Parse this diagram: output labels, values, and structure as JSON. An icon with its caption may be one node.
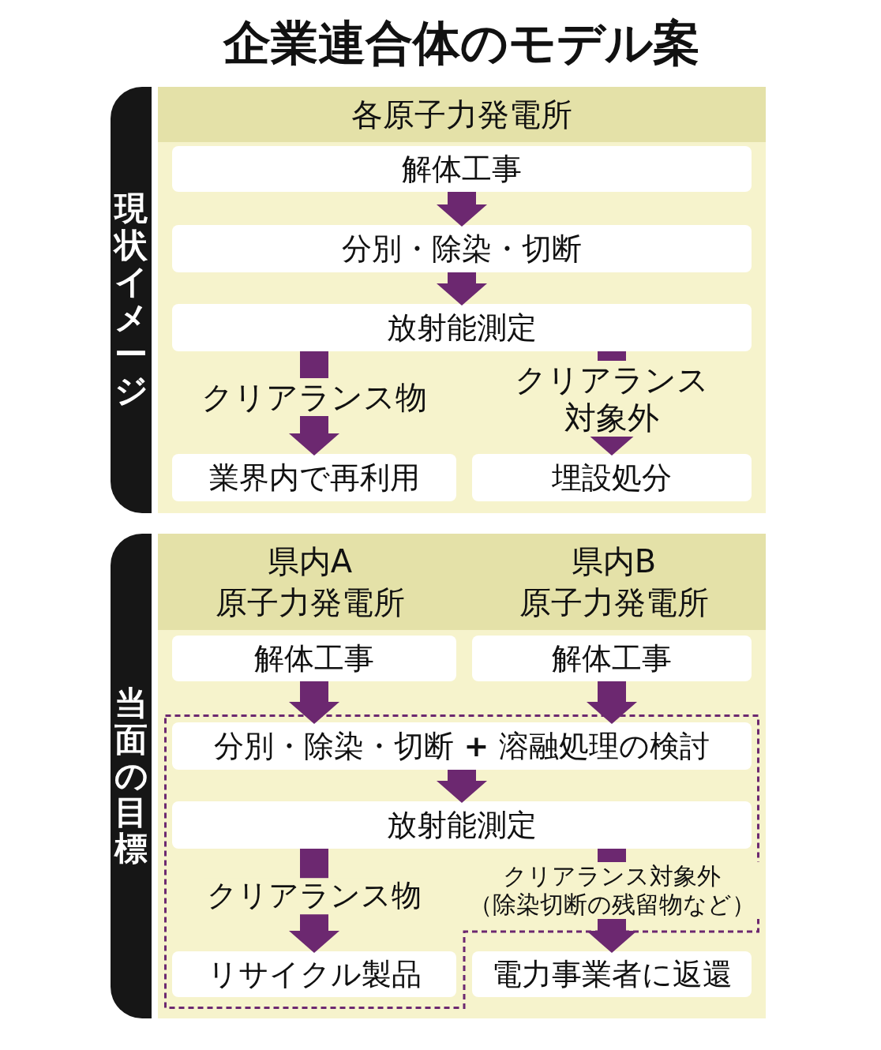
{
  "diagram": {
    "title": "企業連合体のモデル案",
    "nodes": [
      {
        "text": [
          "現状イメージ"
        ]
      },
      {
        "text": [
          "各原子力発電所"
        ]
      },
      {
        "text": [
          "解体工事"
        ],
        "in": 1
      },
      {
        "text": [
          "分別・除染・切断"
        ],
        "in": 1
      },
      {
        "text": [
          "放射能測定"
        ],
        "in": 1
      },
      {
        "text": [
          "業界内で再利用"
        ],
        "in": 1
      },
      {
        "text": [
          "埋設処分"
        ],
        "in": 1
      },
      {
        "text": [
          "当面の目標"
        ]
      },
      {
        "text": [],
        "shape": "box"
      },
      {
        "text": [
          "県内A",
          "原子力発電所"
        ],
        "in": 8
      },
      {
        "text": [
          "県内B",
          "原子力発電所"
        ],
        "in": 8
      },
      {
        "text": [
          "解体工事"
        ],
        "in": 8
      },
      {
        "text": [
          "解体工事"
        ],
        "in": 8
      },
      {
        "text": [],
        "shape": "box",
        "in": 8
      },
      {
        "text": [
          "分別・除染・切断 **+** 溶融処理の検討"
        ],
        "in": 13
      },
      {
        "text": [
          "放射能測定"
        ],
        "in": 13
      },
      {
        "text": [
          "リサイクル製品"
        ],
        "in": 13
      },
      {
        "text": [
          "電力事業者に返還"
        ],
        "in": 8
      }
    ],
    "edges": [
      {
        "from": 2,
        "to": 3,
        "arrow": "to"
      },
      {
        "from": 3,
        "to": 4,
        "arrow": "to"
      },
      {
        "from": 4,
        "to": 5,
        "arrow": "to",
        "label": "クリアランス物"
      },
      {
        "from": 4,
        "to": 6,
        "arrow": "to",
        "label": "クリアランス対象外"
      },
      {
        "from": 11,
        "to": 14,
        "arrow": "to"
      },
      {
        "from": 12,
        "to": 14,
        "arrow": "to"
      },
      {
        "from": 14,
        "to": 15,
        "arrow": "to"
      },
      {
        "from": 15,
        "to": 16,
        "arrow": "to",
        "label": "クリアランス物"
      },
      {
        "from": 15,
        "to": 17,
        "arrow": "to",
        "label": "クリアランス対象外（除染切断の残留物など）"
      }
    ]
  }
}
